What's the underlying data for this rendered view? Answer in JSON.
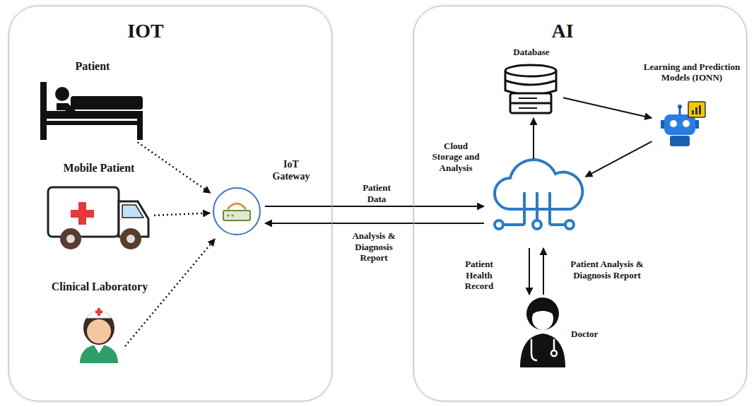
{
  "diagram": {
    "nodes": [
      {
        "text": [
          "IOT"
        ]
      },
      {
        "text": [
          "Patient"
        ],
        "in": 0
      },
      {
        "text": [
          "Mobile Patient"
        ],
        "in": 0
      },
      {
        "text": [
          "Clinical Laboratory"
        ],
        "in": 0
      },
      {
        "text": [
          "IoT Gateway"
        ],
        "in": 0
      },
      {
        "text": [
          "AI"
        ]
      },
      {
        "text": [
          "Database"
        ],
        "in": 5
      },
      {
        "text": [
          "Learning and Prediction Models (IONN)"
        ],
        "in": 5
      },
      {
        "text": [
          "Cloud Storage and Analysis"
        ],
        "in": 5
      },
      {
        "text": [
          "Doctor"
        ],
        "in": 5
      }
    ],
    "edges": [
      {
        "from": 1,
        "to": 4,
        "arrow": "to"
      },
      {
        "from": 2,
        "to": 4,
        "arrow": "to"
      },
      {
        "from": 3,
        "to": 4,
        "arrow": "to"
      },
      {
        "from": 4,
        "to": 8,
        "label": "Patient Data",
        "arrow": "to"
      },
      {
        "from": 8,
        "to": 4,
        "label": "Analysis & Diagnosis Report",
        "arrow": "to"
      },
      {
        "from": 8,
        "to": 6,
        "arrow": "to"
      },
      {
        "from": 6,
        "to": 7,
        "arrow": "to"
      },
      {
        "from": 7,
        "to": 8,
        "arrow": "to"
      },
      {
        "from": 8,
        "to": 9,
        "label": "Patient Health Record",
        "arrow": "to"
      },
      {
        "from": 9,
        "to": 8,
        "label": "Patient Analysis & Diagnosis Report",
        "arrow": "to"
      }
    ]
  }
}
